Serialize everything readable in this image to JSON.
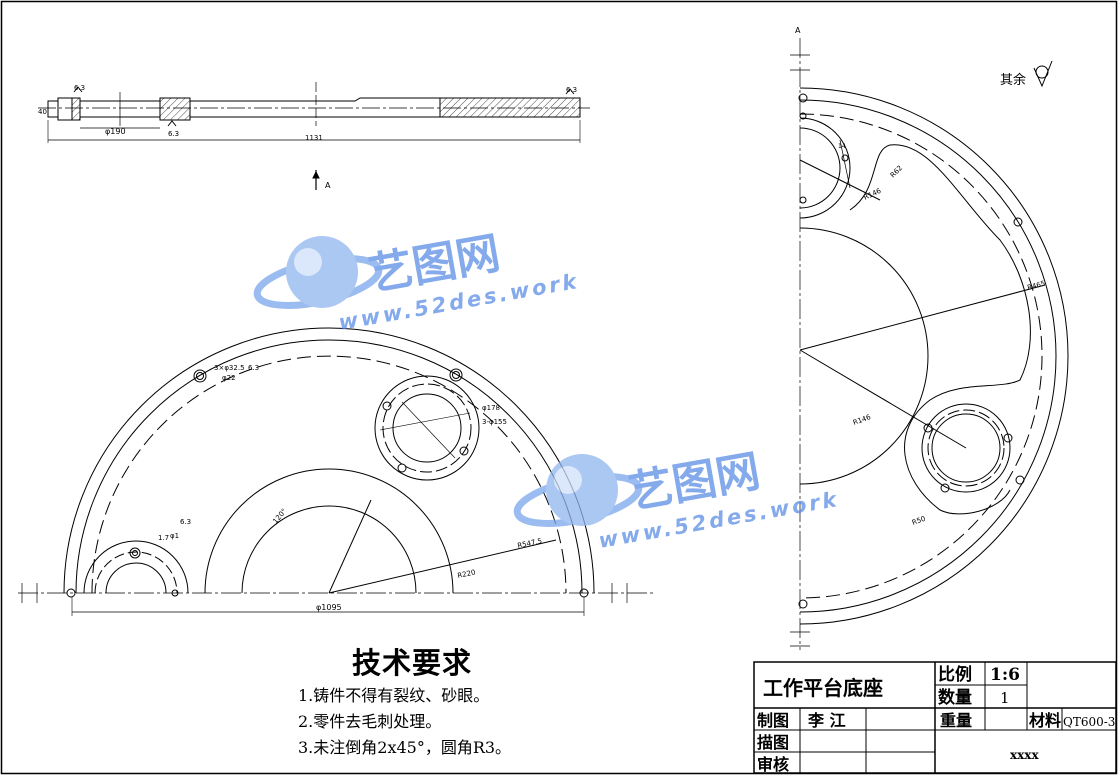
{
  "frame": {
    "border_color": "#000000"
  },
  "watermark": {
    "name": "艺图网",
    "url": "www.52des.work",
    "color": "#5b8ee6",
    "icon": "globe-icon"
  },
  "section_view": {
    "label_a_left": "A",
    "roughness_left": "6.3",
    "roughness_mid": "6.3",
    "roughness_right": "6.3",
    "dim_bore": "φ190",
    "dim_length": "1131",
    "dim_thickness": "40"
  },
  "front_view": {
    "section_mark": "A",
    "dim_diameter": "φ1095",
    "dim_r547": "R547.5",
    "dim_r220": "R220",
    "dim_angle": "120°",
    "hole_top_left": "3×φ32.5",
    "hole_top_left_rough": "6.3",
    "hole_top_left_sub": "φ22",
    "hole_right_a": "φ178",
    "hole_right_b": "3-φ155",
    "hole_bottom_left": "1.7",
    "hole_bottom_left_b": "φ1",
    "hole_bottom_left_rough": "6.3"
  },
  "side_view": {
    "label_a": "A",
    "rough_other": "其余",
    "dim_r465": "R465",
    "dim_r146": "R146",
    "dim_r50": "R50",
    "dim_r62": "R62",
    "dim_r146b": "R146",
    "dim_small": "14"
  },
  "requirements": {
    "title": "技术要求",
    "items": [
      "1.铸件不得有裂纹、砂眼。",
      "2.零件去毛刺处理。",
      "3.未注倒角2x45°，圆角R3。"
    ]
  },
  "title_block": {
    "part_name": "工作平台底座",
    "scale_label": "比例",
    "scale_value": "1:6",
    "qty_label": "数量",
    "qty_value": "1",
    "weight_label": "重量",
    "material_label": "材料",
    "material_value": "QT600-3",
    "drawn_label": "制图",
    "drawn_by": "李 江",
    "traced_label": "描图",
    "checked_label": "审核",
    "drawing_no": "xxxx"
  }
}
